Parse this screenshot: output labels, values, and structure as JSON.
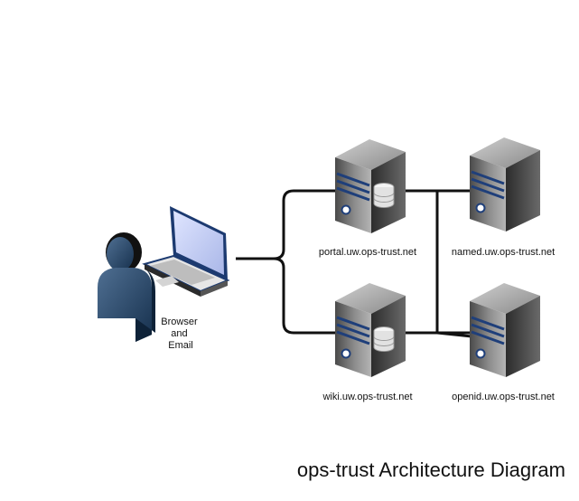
{
  "diagram": {
    "title": "ops-trust Architecture Diagram",
    "client": {
      "label_lines": [
        "Browser",
        "and",
        "Email"
      ],
      "icons": [
        "user-icon",
        "laptop-icon"
      ]
    },
    "servers": [
      {
        "id": "portal",
        "label": "portal.uw.ops-trust.net",
        "has_database": true
      },
      {
        "id": "wiki",
        "label": "wiki.uw.ops-trust.net",
        "has_database": true
      },
      {
        "id": "named",
        "label": "named.uw.ops-trust.net",
        "has_database": false
      },
      {
        "id": "openid",
        "label": "openid.uw.ops-trust.net",
        "has_database": false
      }
    ],
    "colors": {
      "connector": "#111111",
      "server_dark": "#3a3a3a",
      "server_light": "#9a9a9a",
      "stripe": "#2a4a86",
      "person": "#22405e",
      "laptop_screen": "#c3cdf2"
    }
  }
}
